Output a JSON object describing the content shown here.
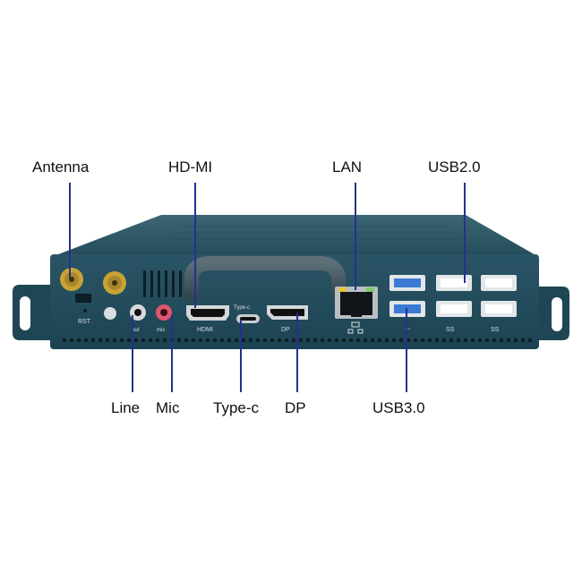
{
  "callouts": {
    "antenna": "Antenna",
    "hdmi_top": "HD-MI",
    "lan": "LAN",
    "usb20": "USB2.0",
    "line": "Line",
    "mic": "Mic",
    "typec": "Type-c",
    "dp": "DP",
    "usb30": "USB3.0"
  },
  "panel_print": {
    "rst": "RST",
    "out": "out",
    "mic": "mic",
    "hdmi": "HDMI",
    "typec": "Type-c",
    "dp": "DP",
    "ss1": "SS",
    "ss2": "SS"
  },
  "colors": {
    "chassis": "#1f4d5e",
    "leader_line": "#27308f",
    "usb3_port": "#3a79d4",
    "antenna_gold": "#c9a236",
    "mic_jack": "#e0566e",
    "lan_led": "#e8c43a"
  }
}
